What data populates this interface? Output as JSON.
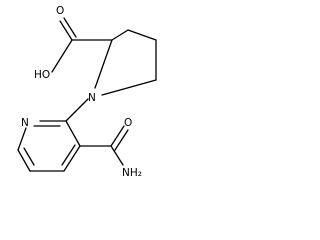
{
  "molecule": {
    "atoms": {
      "carboxyl_oh": "HO",
      "carboxyl_o": "O",
      "pyrrolidine_n": "N",
      "pyridine_n": "N",
      "amide_o": "O",
      "amide_nh2": "NH₂"
    }
  }
}
